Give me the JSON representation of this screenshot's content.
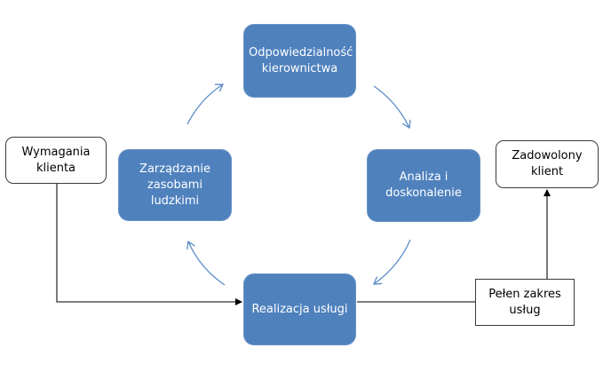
{
  "cycle": {
    "top": "Odpowiedzialność kierownictwa",
    "right": "Analiza i doskonalenie",
    "bottom": "Realizacja usługi",
    "left": "Zarządzanie zasobami ludzkimi"
  },
  "input": "Wymagania klienta",
  "output": "Zadowolony klient",
  "deliverable": "Pełen zakres usług",
  "colors": {
    "process": "#4f81bd",
    "arrow": "#5b8cc8",
    "line": "#000000"
  }
}
